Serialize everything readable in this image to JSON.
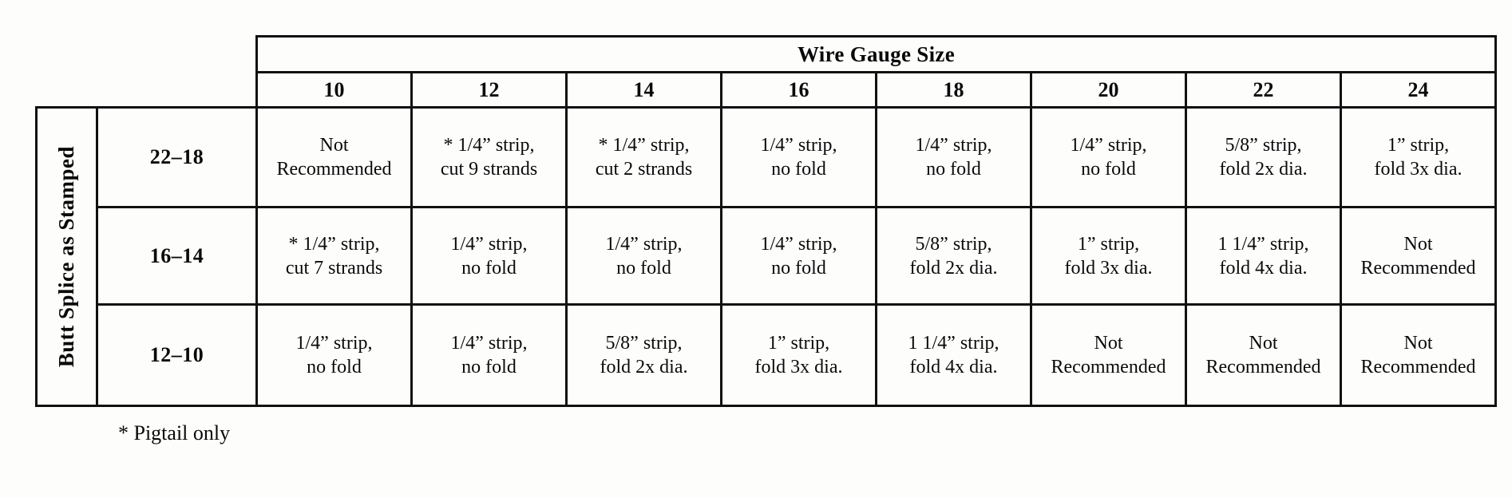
{
  "page": {
    "background": "#fdfdfc",
    "ink": "#0a0a0a"
  },
  "table": {
    "corner_label": "Butt Splice as Stamped",
    "header_group_label": "Wire Gauge Size",
    "column_headers": [
      "10",
      "12",
      "14",
      "16",
      "18",
      "20",
      "22",
      "24"
    ],
    "rows": [
      {
        "label": "22–18",
        "cells": [
          {
            "line1": "Not",
            "line2": "Recommended"
          },
          {
            "line1": "* 1/4” strip,",
            "line2": "cut 9 strands"
          },
          {
            "line1": "* 1/4” strip,",
            "line2": "cut 2 strands"
          },
          {
            "line1": "1/4” strip,",
            "line2": "no fold"
          },
          {
            "line1": "1/4” strip,",
            "line2": "no fold"
          },
          {
            "line1": "1/4” strip,",
            "line2": "no fold"
          },
          {
            "line1": "5/8” strip,",
            "line2": "fold 2x dia."
          },
          {
            "line1": "1” strip,",
            "line2": "fold 3x dia."
          }
        ]
      },
      {
        "label": "16–14",
        "cells": [
          {
            "line1": "* 1/4” strip,",
            "line2": "cut 7 strands"
          },
          {
            "line1": "1/4” strip,",
            "line2": "no fold"
          },
          {
            "line1": "1/4” strip,",
            "line2": "no fold"
          },
          {
            "line1": "1/4” strip,",
            "line2": "no fold"
          },
          {
            "line1": "5/8” strip,",
            "line2": "fold 2x dia."
          },
          {
            "line1": "1” strip,",
            "line2": "fold 3x dia."
          },
          {
            "line1": "1 1/4” strip,",
            "line2": "fold 4x dia."
          },
          {
            "line1": "Not",
            "line2": "Recommended"
          }
        ]
      },
      {
        "label": "12–10",
        "cells": [
          {
            "line1": "1/4” strip,",
            "line2": "no fold"
          },
          {
            "line1": "1/4” strip,",
            "line2": "no fold"
          },
          {
            "line1": "5/8” strip,",
            "line2": "fold 2x dia."
          },
          {
            "line1": "1” strip,",
            "line2": "fold 3x dia."
          },
          {
            "line1": "1 1/4” strip,",
            "line2": "fold 4x dia."
          },
          {
            "line1": "Not",
            "line2": "Recommended"
          },
          {
            "line1": "Not",
            "line2": "Recommended"
          },
          {
            "line1": "Not",
            "line2": "Recommended"
          }
        ]
      }
    ],
    "footnote": "* Pigtail only"
  }
}
